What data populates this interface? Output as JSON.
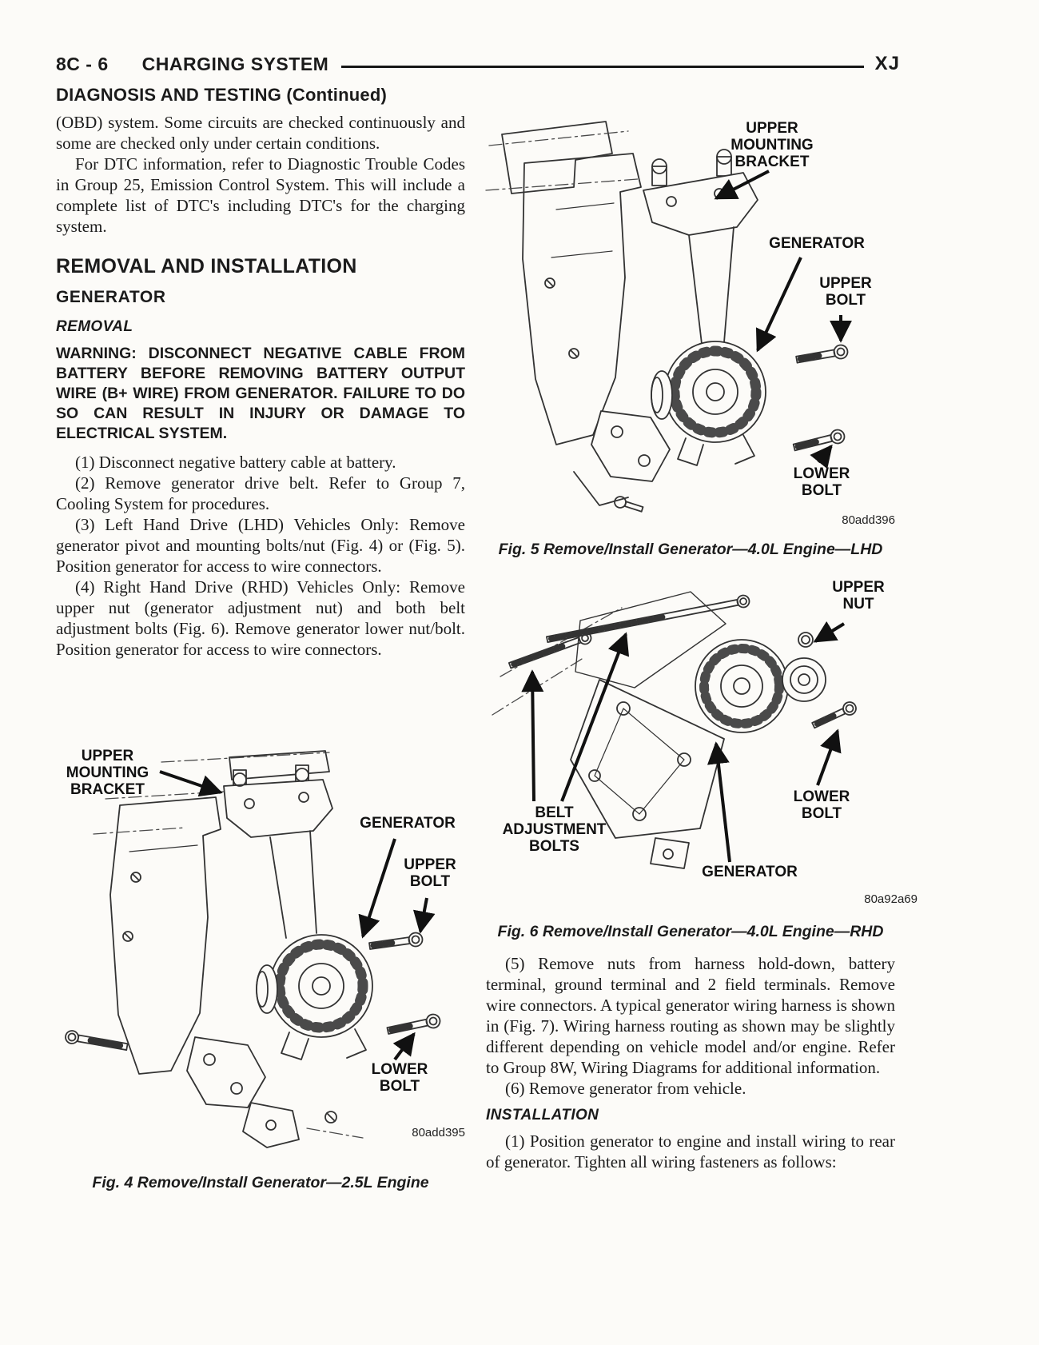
{
  "header": {
    "page_code": "8C - 6",
    "title": "CHARGING SYSTEM",
    "model": "XJ"
  },
  "diagnosis": {
    "heading": "DIAGNOSIS AND TESTING (Continued)",
    "para1": "(OBD) system. Some circuits are checked continuously and some are checked only under certain conditions.",
    "para2": "For DTC information, refer to Diagnostic Trouble Codes in Group 25, Emission Control System. This will include a complete list of DTC's including DTC's for the charging system."
  },
  "removal_installation": {
    "heading": "REMOVAL AND INSTALLATION",
    "subheading": "GENERATOR",
    "removal_heading": "REMOVAL",
    "warning": "WARNING: DISCONNECT NEGATIVE CABLE FROM BATTERY BEFORE REMOVING BATTERY OUTPUT WIRE (B+ WIRE) FROM GENERATOR. FAILURE TO DO SO CAN RESULT IN INJURY OR DAMAGE TO ELECTRICAL SYSTEM.",
    "removal_steps": [
      "(1) Disconnect negative battery cable at battery.",
      "(2) Remove generator drive belt. Refer to Group 7, Cooling System for procedures.",
      "(3) Left Hand Drive (LHD) Vehicles Only: Remove generator pivot and mounting bolts/nut (Fig. 4) or (Fig. 5). Position generator for access to wire connectors.",
      "(4) Right Hand Drive (RHD) Vehicles Only: Remove upper nut (generator adjustment nut) and both belt adjustment bolts (Fig. 6). Remove generator lower nut/bolt. Position generator for access to wire connectors.",
      "(5) Remove nuts from harness hold-down, battery terminal, ground terminal and 2 field terminals. Remove wire connectors. A typical generator wiring harness is shown in (Fig. 7). Wiring harness routing as shown may be slightly different depending on vehicle model and/or engine. Refer to Group 8W, Wiring Diagrams for additional information.",
      "(6) Remove generator from vehicle."
    ],
    "installation_heading": "INSTALLATION",
    "installation_step1": "(1) Position generator to engine and install wiring to rear of generator. Tighten all wiring fasteners as follows:"
  },
  "fig4": {
    "caption": "Fig. 4 Remove/Install Generator—2.5L Engine",
    "code": "80add395",
    "labels": {
      "upper_mounting_bracket": "UPPER MOUNTING BRACKET",
      "generator": "GENERATOR",
      "upper_bolt": "UPPER BOLT",
      "lower_bolt": "LOWER BOLT"
    }
  },
  "fig5": {
    "caption": "Fig. 5 Remove/Install Generator—4.0L Engine—LHD",
    "code": "80add396",
    "labels": {
      "upper_mounting_bracket": "UPPER MOUNTING BRACKET",
      "generator": "GENERATOR",
      "upper_bolt": "UPPER BOLT",
      "lower_bolt": "LOWER BOLT"
    }
  },
  "fig6": {
    "caption": "Fig. 6 Remove/Install Generator—4.0L Engine—RHD",
    "code": "80a92a69",
    "labels": {
      "upper_nut": "UPPER NUT",
      "belt_adjustment_bolts": "BELT ADJUSTMENT BOLTS",
      "lower_bolt": "LOWER BOLT",
      "generator": "GENERATOR"
    }
  }
}
